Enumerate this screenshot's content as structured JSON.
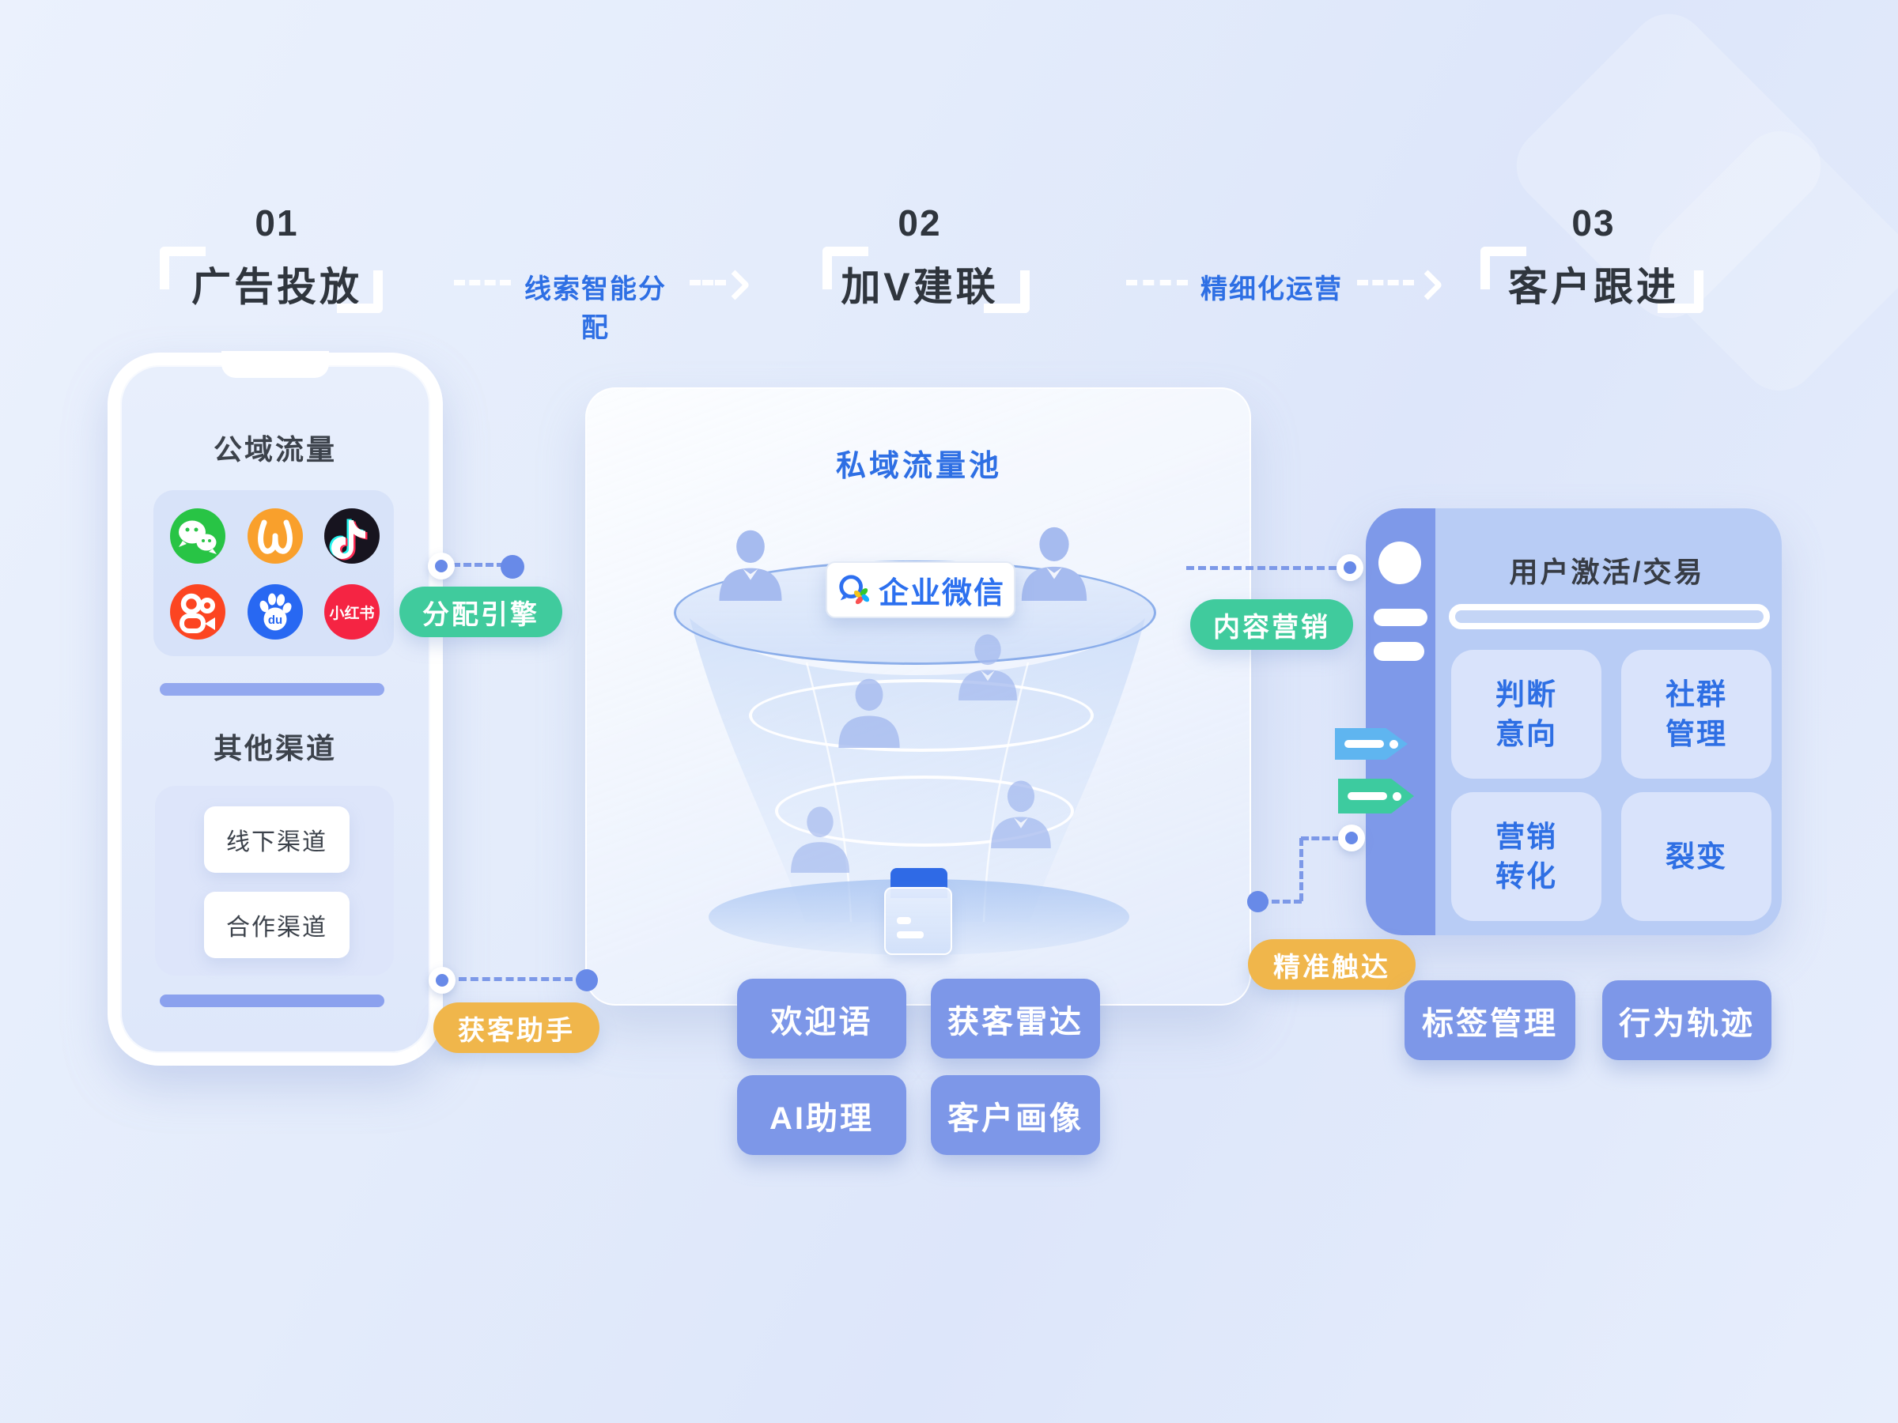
{
  "steps": [
    {
      "num": "01",
      "title": "广告投放"
    },
    {
      "num": "02",
      "title": "加V建联"
    },
    {
      "num": "03",
      "title": "客户跟进"
    }
  ],
  "flows": [
    {
      "label": "线索智能分配"
    },
    {
      "label": "精细化运营"
    }
  ],
  "phone": {
    "public_title": "公域流量",
    "other_title": "其他渠道",
    "offline_button": "线下渠道",
    "partner_button": "合作渠道",
    "channels": [
      {
        "name": "wechat",
        "color": "#28c445"
      },
      {
        "name": "wechat-channels",
        "color": "#f9a02c"
      },
      {
        "name": "douyin",
        "color": "#17141f"
      },
      {
        "name": "kuaishou",
        "color": "#fc4521"
      },
      {
        "name": "baidu",
        "color": "#2868f2",
        "text": "du"
      },
      {
        "name": "xiaohongshu",
        "color": "#f52443",
        "text": "小红书"
      }
    ]
  },
  "pool": {
    "title": "私域流量池",
    "wecom_label": "企业微信",
    "tools": [
      {
        "label": "欢迎语"
      },
      {
        "label": "获客雷达"
      },
      {
        "label": "AI助理"
      },
      {
        "label": "客户画像"
      }
    ]
  },
  "connector_badges": {
    "distribution_engine": "分配引擎",
    "content_marketing": "内容营销",
    "acquisition_assistant": "获客助手",
    "precise_reach": "精准触达"
  },
  "activation": {
    "title": "用户激活/交易",
    "cells": [
      {
        "label": "判断意向"
      },
      {
        "label": "社群管理"
      },
      {
        "label": "营销转化"
      },
      {
        "label": "裂变"
      }
    ],
    "follow_tools": [
      {
        "label": "标签管理"
      },
      {
        "label": "行为轨迹"
      }
    ]
  },
  "colors": {
    "accent_blue": "#2e6fe4",
    "button_blue": "#7d97e8",
    "badge_green": "#40cb9d",
    "badge_yellow": "#f0b64b",
    "sidebar_blue": "#7e99e9",
    "panel_blue": "#b8ccf5",
    "cell_bg": "#d9e3fb"
  }
}
